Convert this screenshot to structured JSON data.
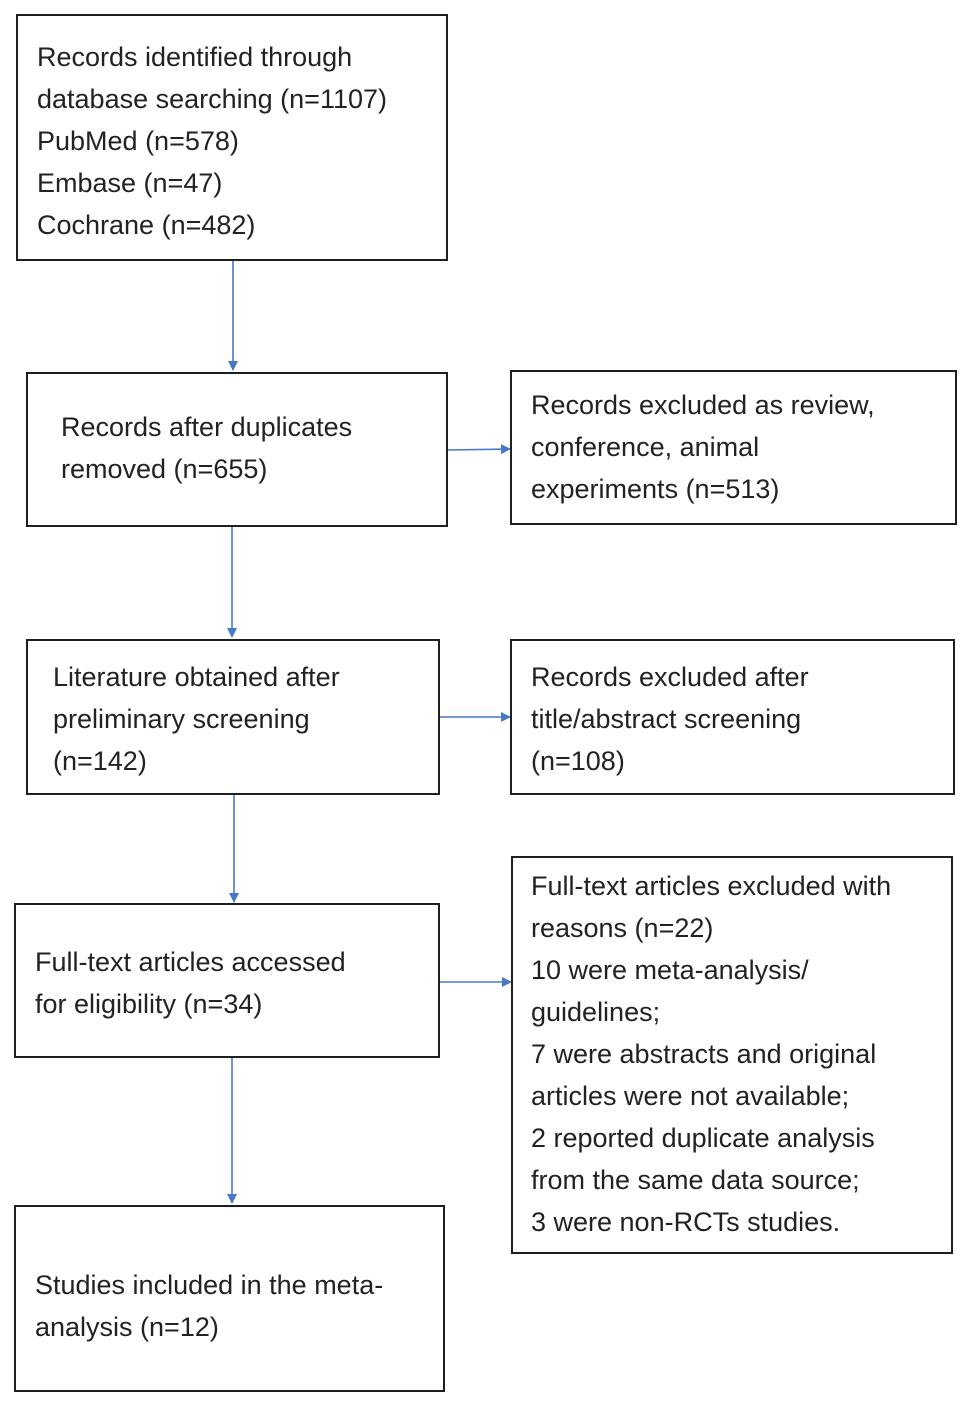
{
  "flow": {
    "identification": {
      "lines": [
        "Records identified through",
        "database searching (n=1107)",
        "PubMed (n=578)",
        "Embase (n=47)",
        "Cochrane (n=482)"
      ]
    },
    "after_duplicates": {
      "lines": [
        "Records after duplicates",
        "removed (n=655)"
      ]
    },
    "excluded_review": {
      "lines": [
        "Records excluded as review,",
        "conference, animal",
        "experiments (n=513)"
      ]
    },
    "preliminary_screening": {
      "lines": [
        "Literature obtained after",
        "preliminary screening",
        "(n=142)"
      ]
    },
    "excluded_title_abstract": {
      "lines": [
        "Records excluded after",
        "title/abstract screening",
        "(n=108)"
      ]
    },
    "full_text_assessed": {
      "lines": [
        "Full-text articles accessed",
        "for eligibility (n=34)"
      ]
    },
    "excluded_full_text": {
      "lines": [
        "Full-text articles excluded with",
        "reasons (n=22)",
        "10 were meta-analysis/",
        "guidelines;",
        "7 were abstracts and original",
        "articles were not available;",
        "2 reported duplicate analysis",
        "from the same data source;",
        "3 were non-RCTs studies."
      ]
    },
    "included": {
      "lines": [
        "Studies included in the meta-",
        "analysis (n=12)"
      ]
    }
  },
  "colors": {
    "box_border": "#1f1f1f",
    "text": "#222222",
    "arrow": "#4a78c8"
  }
}
